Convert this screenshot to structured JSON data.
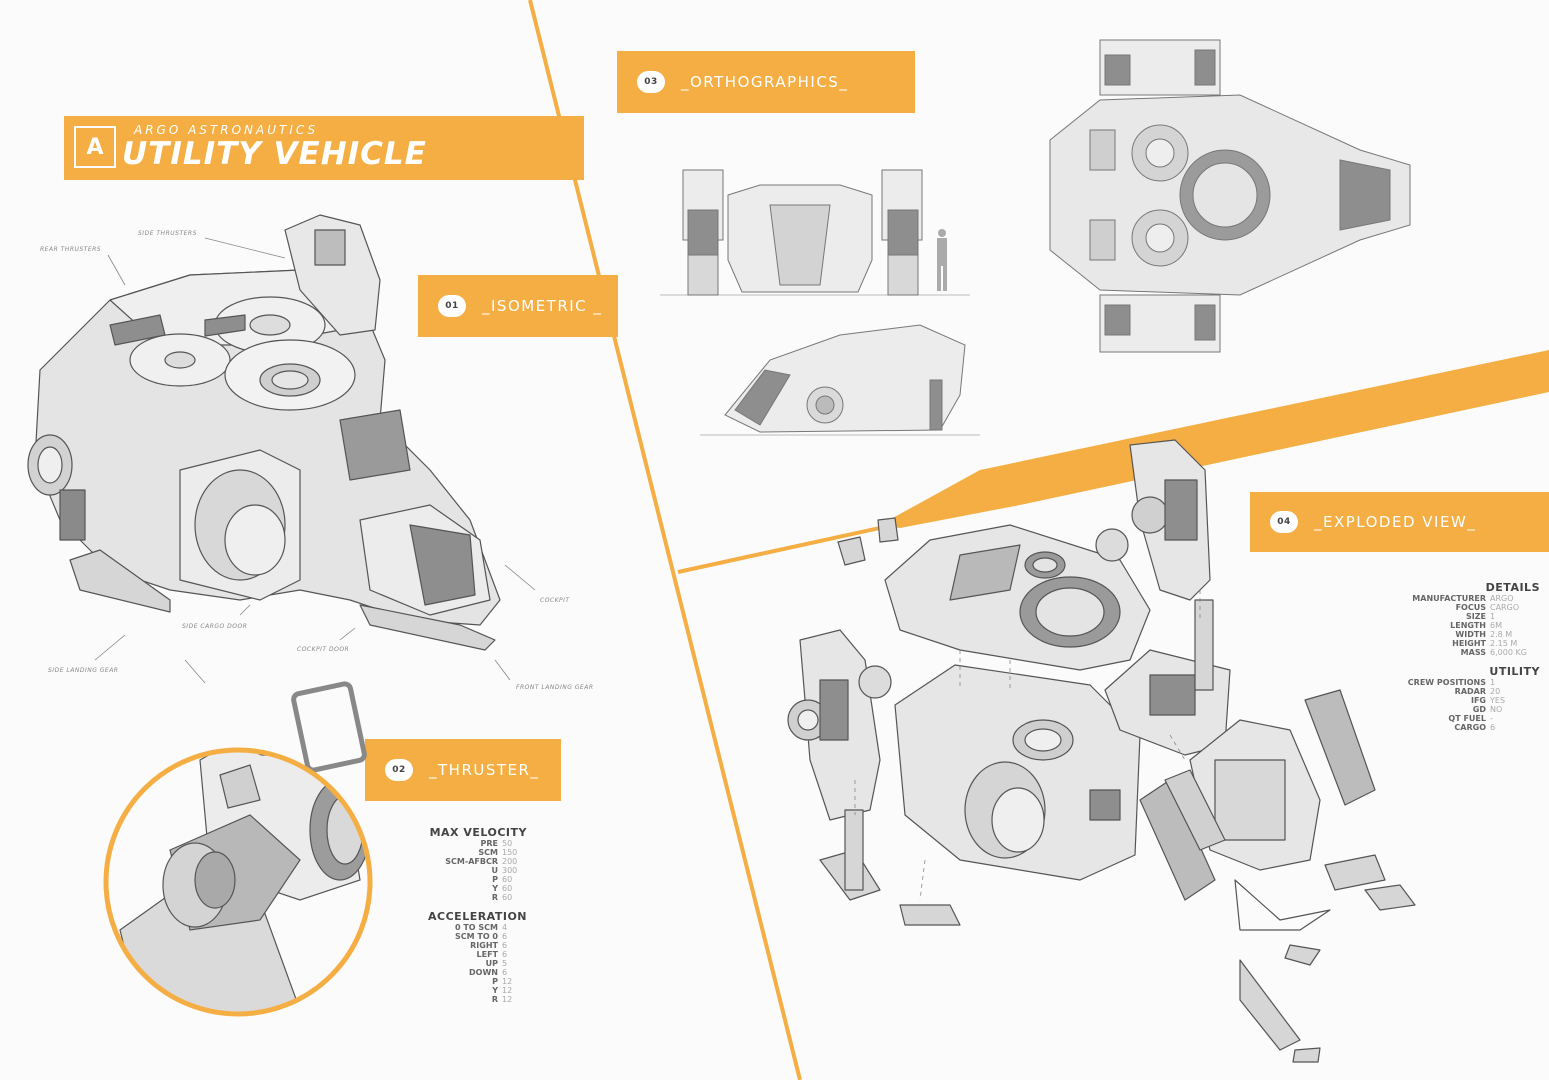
{
  "brand": {
    "maker": "ARGO ASTRONAUTICS",
    "vehicle": "UTILITY VEHICLE",
    "logo_letter": "A"
  },
  "sections": {
    "isometric": {
      "number": "01",
      "label": "_ISOMETRIC _"
    },
    "thruster": {
      "number": "02",
      "label": "_THRUSTER_"
    },
    "orthographics": {
      "number": "03",
      "label": "_ORTHOGRAPHICS_"
    },
    "exploded": {
      "number": "04",
      "label": "_EXPLODED VIEW_"
    }
  },
  "callouts": {
    "side_thrusters": "SIDE THRUSTERS",
    "rear_thrusters": "REAR THRUSTERS",
    "cockpit": "COCKPIT",
    "side_cargo_door": "SIDE CARGO DOOR",
    "cockpit_door": "COCKPIT DOOR",
    "side_landing_gear": "SIDE LANDING GEAR",
    "front_landing_gear": "FRONT LANDING GEAR"
  },
  "max_velocity": {
    "heading": "MAX VELOCITY",
    "rows": [
      {
        "k": "PRE",
        "v": "50"
      },
      {
        "k": "SCM",
        "v": "150"
      },
      {
        "k": "SCM-AFBCR",
        "v": "200"
      },
      {
        "k": "U",
        "v": "300"
      },
      {
        "k": "P",
        "v": "60"
      },
      {
        "k": "Y",
        "v": "60"
      },
      {
        "k": "R",
        "v": "60"
      }
    ]
  },
  "acceleration": {
    "heading": "ACCELERATION",
    "rows": [
      {
        "k": "0 TO SCM",
        "v": "4"
      },
      {
        "k": "SCM TO 0",
        "v": "6"
      },
      {
        "k": "RIGHT",
        "v": "6"
      },
      {
        "k": "LEFT",
        "v": "6"
      },
      {
        "k": "UP",
        "v": "5"
      },
      {
        "k": "DOWN",
        "v": "6"
      },
      {
        "k": "P",
        "v": "12"
      },
      {
        "k": "Y",
        "v": "12"
      },
      {
        "k": "R",
        "v": "12"
      }
    ]
  },
  "details": {
    "heading": "DETAILS",
    "rows": [
      {
        "k": "MANUFACTURER",
        "v": "ARGO"
      },
      {
        "k": "FOCUS",
        "v": "CARGO"
      },
      {
        "k": "SIZE",
        "v": "1"
      },
      {
        "k": "LENGTH",
        "v": "6M"
      },
      {
        "k": "WIDTH",
        "v": "2.8 M"
      },
      {
        "k": "HEIGHT",
        "v": "2.15 M"
      },
      {
        "k": "MASS",
        "v": "6,000 KG"
      }
    ]
  },
  "utility": {
    "heading": "UTILITY",
    "rows": [
      {
        "k": "CREW POSITIONS",
        "v": "1"
      },
      {
        "k": "RADAR",
        "v": "20"
      },
      {
        "k": "IFG",
        "v": "YES"
      },
      {
        "k": "GD",
        "v": "NO"
      },
      {
        "k": "QT FUEL",
        "v": "-"
      },
      {
        "k": "CARGO",
        "v": "6"
      }
    ]
  },
  "colors": {
    "accent": "#f4ae44",
    "line": "#555555",
    "panel": "#e2e2e2",
    "dark_panel": "#8e8e8e"
  }
}
